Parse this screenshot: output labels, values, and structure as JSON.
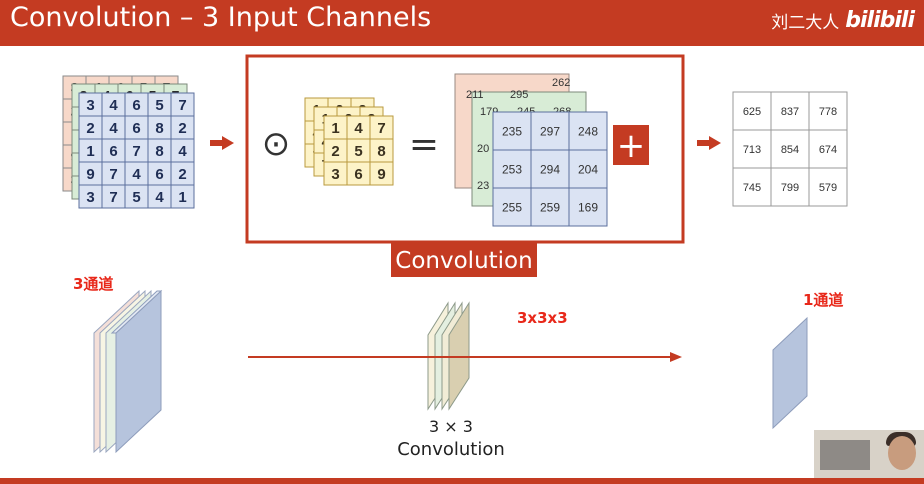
{
  "header": {
    "title": "Convolution – 3 Input Channels",
    "brand_text": "刘二大人",
    "brand_logo": "bilibili",
    "bar_color": "#c43b22"
  },
  "input_stack": {
    "back_rows": [
      [
        "3",
        "4",
        "6",
        "5",
        "7"
      ],
      [
        "2",
        "4",
        "6",
        "8",
        "2"
      ],
      [
        "1",
        "6",
        "7",
        "8",
        "4"
      ],
      [
        "9",
        "7",
        "4",
        "6",
        "2"
      ],
      [
        "3",
        "7",
        "5",
        "4",
        "1"
      ]
    ],
    "front_rows": [
      [
        "3",
        "4",
        "6",
        "5",
        "7"
      ],
      [
        "2",
        "4",
        "6",
        "8",
        "2"
      ],
      [
        "1",
        "6",
        "7",
        "8",
        "4"
      ],
      [
        "9",
        "7",
        "4",
        "6",
        "2"
      ],
      [
        "3",
        "7",
        "5",
        "4",
        "1"
      ]
    ]
  },
  "operator_symbol": "⊙",
  "equals_symbol": "=",
  "plus_symbol": "+",
  "kernel_stack": {
    "back_rows": [
      [
        "1",
        "2",
        "3"
      ],
      [
        "4",
        "5",
        "6"
      ],
      [
        "7",
        "8",
        "9"
      ]
    ],
    "front_rows": [
      [
        "1",
        "4",
        "7"
      ],
      [
        "2",
        "5",
        "8"
      ],
      [
        "3",
        "6",
        "9"
      ]
    ]
  },
  "partial_results": {
    "back_peek": [
      "211",
      "295",
      "262",
      "20",
      "23"
    ],
    "middle_peek": [
      "179",
      "245",
      "268"
    ],
    "front_rows": [
      [
        "235",
        "297",
        "248"
      ],
      [
        "253",
        "294",
        "204"
      ],
      [
        "255",
        "259",
        "169"
      ]
    ]
  },
  "output": {
    "rows": [
      [
        "625",
        "837",
        "778"
      ],
      [
        "713",
        "854",
        "674"
      ],
      [
        "745",
        "799",
        "579"
      ]
    ]
  },
  "conv_box_label": "Convolution",
  "bottom": {
    "input_label": "3通道",
    "kernel_size_label": "3x3x3",
    "output_label": "1通道",
    "conv_caption_1": "3 × 3",
    "conv_caption_2": "Convolution"
  },
  "colors": {
    "red": "#c43b22",
    "blue_cell": "#dbe3f3",
    "blue_border": "#5b6f9e",
    "yellow_cell": "#fdf3c8",
    "yellow_border": "#b99a3e",
    "green_cell": "#d8ecd6",
    "peach_cell": "#f7d8c9",
    "label_red": "#e8281a"
  }
}
